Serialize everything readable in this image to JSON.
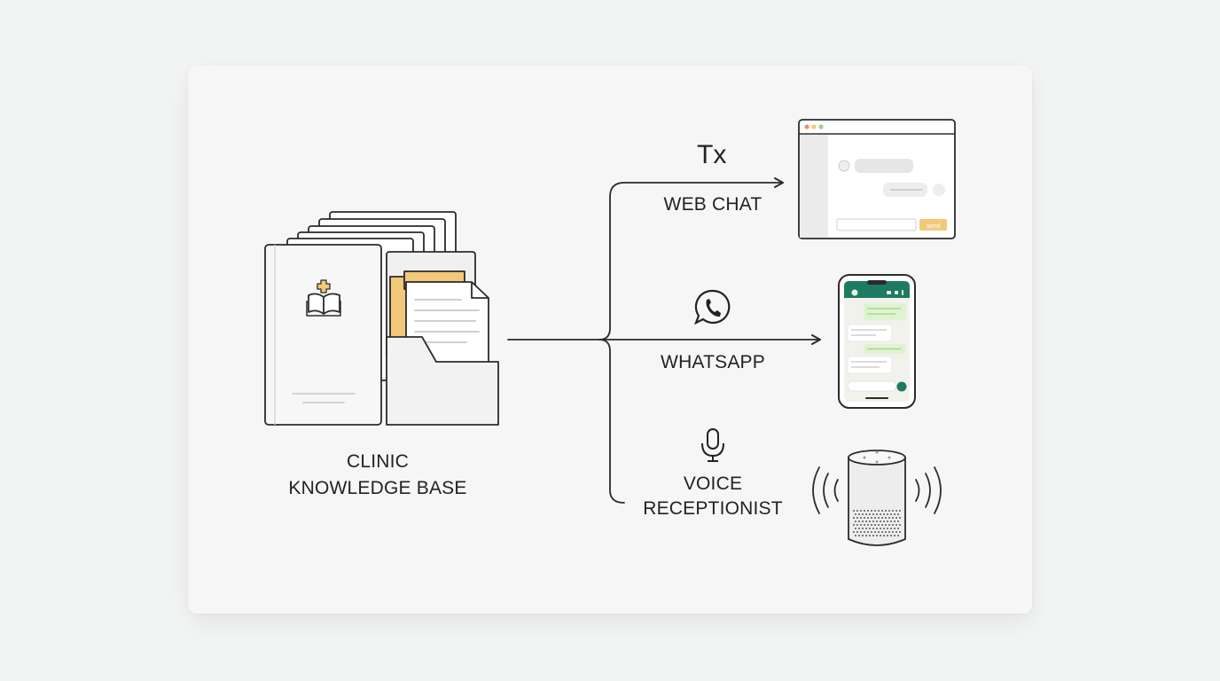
{
  "knowledge_base": {
    "line1": "CLINIC",
    "line2": "KNOWLEDGE BASE"
  },
  "channels": {
    "web_chat": {
      "label": "WEB CHAT",
      "glyph": "Tx",
      "icon": "text-format-icon",
      "send_button": "send"
    },
    "whatsapp": {
      "label": "WHATSAPP",
      "icon": "whatsapp-icon"
    },
    "voice": {
      "line1": "VOICE",
      "line2": "RECEPTIONIST",
      "icon": "microphone-icon"
    }
  },
  "colors": {
    "line": "#2b2b2b",
    "accent": "#f2c879",
    "whatsapp_green": "#1f7a63",
    "bubble_green": "#dff3d2",
    "card": "#f6f6f6"
  }
}
